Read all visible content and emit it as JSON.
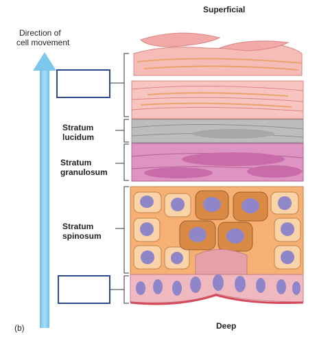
{
  "labels": {
    "superficial": "Superficial",
    "deep": "Deep",
    "direction_line1": "Direction of",
    "direction_line2": "cell movement",
    "lucidum_line1": "Stratum",
    "lucidum_line2": "lucidum",
    "granulosum_line1": "Stratum",
    "granulosum_line2": "granulosum",
    "spinosum_line1": "Stratum",
    "spinosum_line2": "spinosum",
    "panel": "(b)"
  },
  "colors": {
    "arrow": "#8fd0ef",
    "box_border": "#2b4a8c",
    "corneum": "#f4b3b0",
    "lucidum": "#b9b9b9",
    "granulosum": "#d583b8",
    "spinosum_bg": "#f6b074",
    "nucleus": "#8f86c9",
    "basale": "#e4a2a8"
  }
}
